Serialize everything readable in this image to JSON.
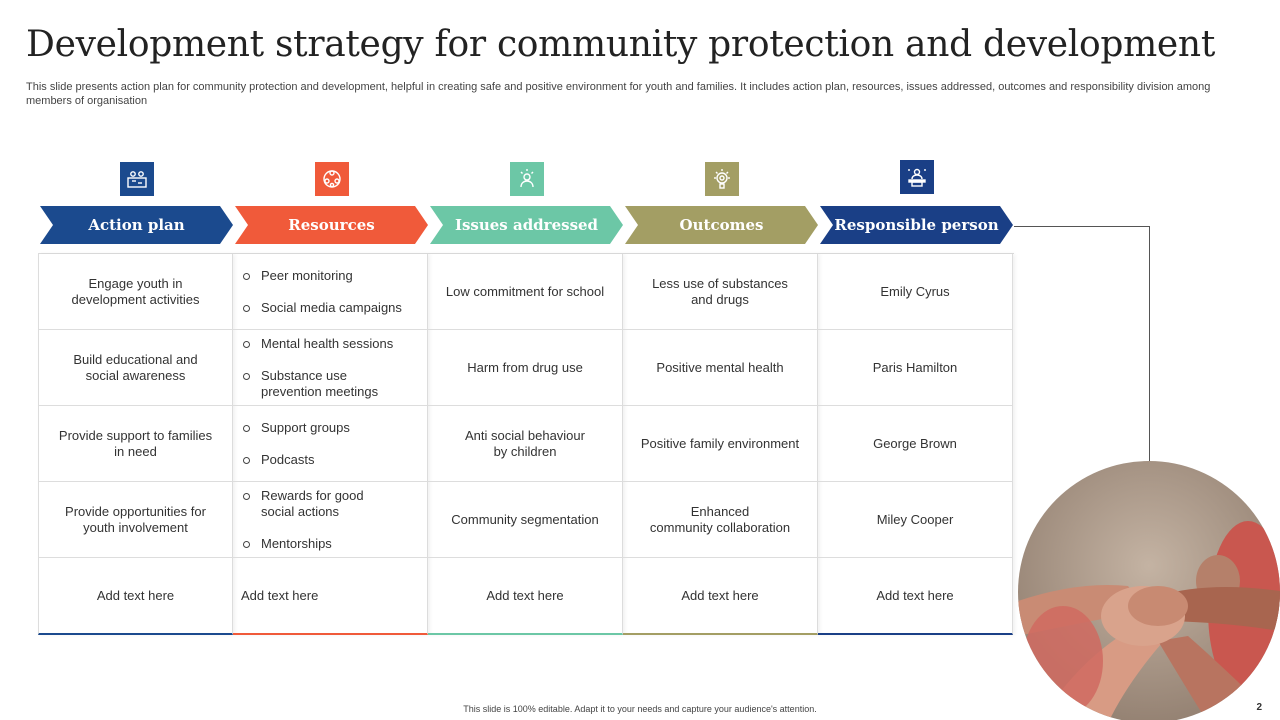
{
  "title": "Development strategy for community protection and development",
  "subtitle": "This slide presents action plan for community protection and development, helpful in creating safe and positive environment for youth  and families. It includes action plan, resources, issues addressed, outcomes and responsibility division among members of organisation",
  "colors": {
    "navy": "#1b4a8e",
    "orange": "#f05a3a",
    "teal": "#6cc7a6",
    "olive": "#a39e64",
    "navy_dark": "#1a3f86"
  },
  "headers": [
    {
      "label": "Action plan",
      "icon": "people-gear-icon",
      "color": "#1b4a8e"
    },
    {
      "label": "Resources",
      "icon": "network-people-icon",
      "color": "#f05a3a"
    },
    {
      "label": "Issues addressed",
      "icon": "person-idea-icon",
      "color": "#6cc7a6"
    },
    {
      "label": "Outcomes",
      "icon": "gear-bulb-icon",
      "color": "#a39e64"
    },
    {
      "label": "Responsible person",
      "icon": "presenter-podium-icon",
      "color": "#1a3f86"
    }
  ],
  "rows": [
    {
      "action": "Engage youth in\ndevelopment  activities",
      "resources": [
        "Peer monitoring",
        "Social media campaigns"
      ],
      "issue": "Low commitment for school",
      "outcome": "Less use of substances\nand drugs",
      "person": "Emily Cyrus"
    },
    {
      "action": "Build educational and\nsocial awareness",
      "resources": [
        "Mental health sessions",
        "Substance use\nprevention  meetings"
      ],
      "issue": "Harm from drug use",
      "outcome": "Positive mental health",
      "person": "Paris Hamilton"
    },
    {
      "action": "Provide  support to families\nin need",
      "resources": [
        "Support groups",
        "Podcasts"
      ],
      "issue": "Anti social behaviour\nby children",
      "outcome": "Positive family environment",
      "person": "George Brown"
    },
    {
      "action": "Provide  opportunities for\nyouth involvement",
      "resources": [
        "Rewards for good\nsocial actions",
        "Mentorships"
      ],
      "issue": "Community segmentation",
      "outcome": "Enhanced\ncommunity collaboration",
      "person": "Miley Cooper"
    },
    {
      "action": "Add text here",
      "resources_text": "Add text here",
      "issue": "Add text here",
      "outcome": "Add text here",
      "person": "Add text here"
    }
  ],
  "footer": "This slide is 100% editable. Adapt it to your needs and capture your audience's attention.",
  "page_number": "2"
}
